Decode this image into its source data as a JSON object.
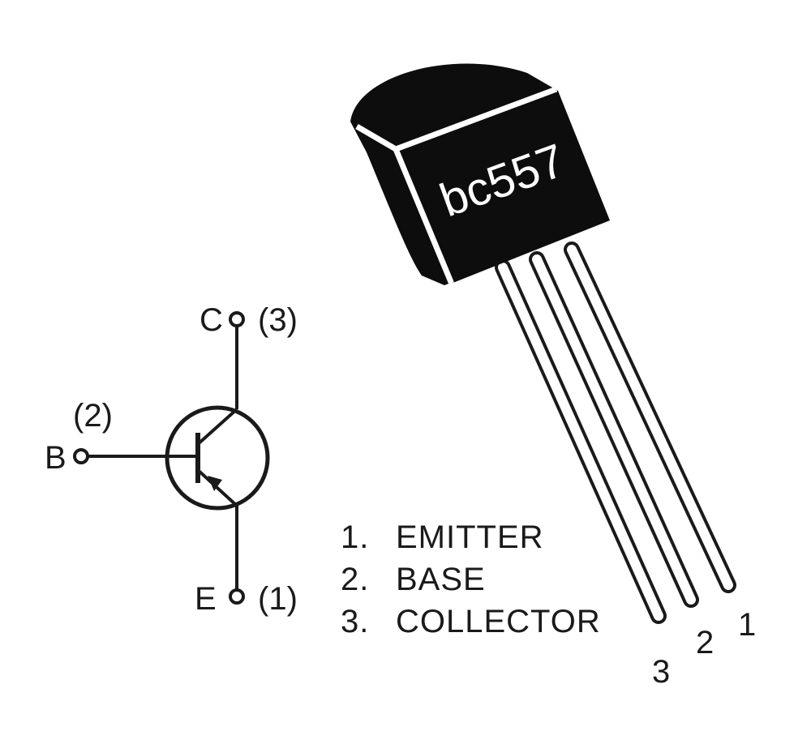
{
  "package": {
    "marking": "bc557",
    "lead_numbers": [
      "3",
      "2",
      "1"
    ]
  },
  "symbol": {
    "collector": {
      "letter": "C",
      "pin": "(3)"
    },
    "base": {
      "letter": "B",
      "pin": "(2)"
    },
    "emitter": {
      "letter": "E",
      "pin": "(1)"
    }
  },
  "legend": [
    {
      "num": "1.",
      "name": "EMITTER"
    },
    {
      "num": "2.",
      "name": "BASE"
    },
    {
      "num": "3.",
      "name": "COLLECTOR"
    }
  ],
  "colors": {
    "ink": "#1a1a1a",
    "body": "#0d0d0d",
    "highlight": "#ffffff"
  }
}
